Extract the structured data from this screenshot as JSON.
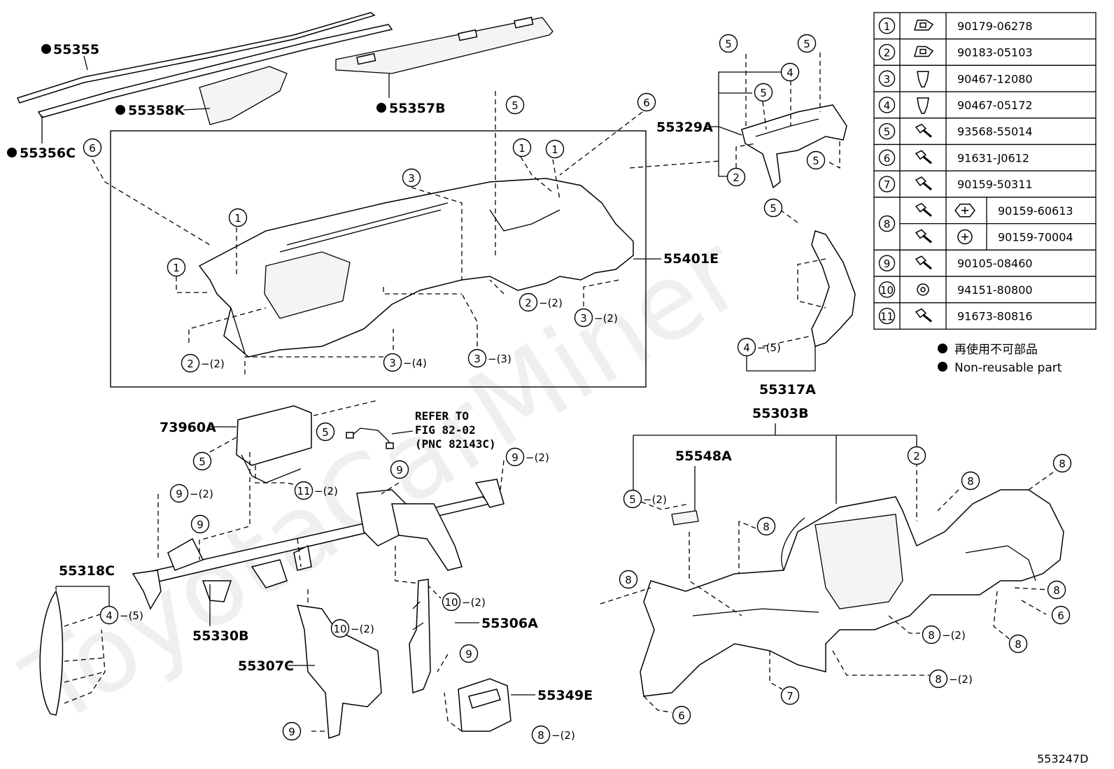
{
  "watermark": "ToyotaCarMiner",
  "diagram_id": "553247D",
  "refer_note": [
    "REFER TO",
    "FIG 82-02",
    "(PNC 82143C)"
  ],
  "legend": {
    "non_reusable_jp": "再使用不可部品",
    "non_reusable_en": "Non-reusable part"
  },
  "parts": {
    "p55355": "55355",
    "p55356C": "55356C",
    "p55358K": "55358K",
    "p55357B": "55357B",
    "p55329A": "55329A",
    "p55401E": "55401E",
    "p55317A": "55317A",
    "p73960A": "73960A",
    "p55303B": "55303B",
    "p55548A": "55548A",
    "p55318C": "55318C",
    "p55330B": "55330B",
    "p55306A": "55306A",
    "p55307C": "55307C",
    "p55349E": "55349E"
  },
  "fasteners": [
    {
      "num": "1",
      "parts": [
        "90179-06278"
      ]
    },
    {
      "num": "2",
      "parts": [
        "90183-05103"
      ]
    },
    {
      "num": "3",
      "parts": [
        "90467-12080"
      ]
    },
    {
      "num": "4",
      "parts": [
        "90467-05172"
      ]
    },
    {
      "num": "5",
      "parts": [
        "93568-55014"
      ]
    },
    {
      "num": "6",
      "parts": [
        "91631-J0612"
      ]
    },
    {
      "num": "7",
      "parts": [
        "90159-50311"
      ]
    },
    {
      "num": "8",
      "parts": [
        "90159-60613",
        "90159-70004"
      ]
    },
    {
      "num": "9",
      "parts": [
        "90105-08460"
      ]
    },
    {
      "num": "10",
      "parts": [
        "94151-80800"
      ]
    },
    {
      "num": "11",
      "parts": [
        "91673-80816"
      ]
    }
  ],
  "callouts": [
    {
      "num": "5",
      "qty": ""
    },
    {
      "num": "5",
      "qty": ""
    },
    {
      "num": "4",
      "qty": ""
    },
    {
      "num": "5",
      "qty": ""
    },
    {
      "num": "2",
      "qty": ""
    },
    {
      "num": "5",
      "qty": ""
    },
    {
      "num": "5",
      "qty": ""
    },
    {
      "num": "6",
      "qty": ""
    },
    {
      "num": "6",
      "qty": ""
    },
    {
      "num": "5",
      "qty": ""
    },
    {
      "num": "1",
      "qty": ""
    },
    {
      "num": "1",
      "qty": ""
    },
    {
      "num": "3",
      "qty": ""
    },
    {
      "num": "1",
      "qty": ""
    },
    {
      "num": "1",
      "qty": ""
    },
    {
      "num": "2",
      "qty": "−(2)"
    },
    {
      "num": "3",
      "qty": "−(2)"
    },
    {
      "num": "2",
      "qty": "−(2)"
    },
    {
      "num": "3",
      "qty": "−(4)"
    },
    {
      "num": "3",
      "qty": "−(3)"
    },
    {
      "num": "4",
      "qty": "−(5)"
    },
    {
      "num": "5",
      "qty": ""
    },
    {
      "num": "5",
      "qty": ""
    },
    {
      "num": "9",
      "qty": "−(2)"
    },
    {
      "num": "9",
      "qty": ""
    },
    {
      "num": "11",
      "qty": "−(2)"
    },
    {
      "num": "9",
      "qty": "−(2)"
    },
    {
      "num": "9",
      "qty": ""
    },
    {
      "num": "4",
      "qty": "−(5)"
    },
    {
      "num": "10",
      "qty": "−(2)"
    },
    {
      "num": "10",
      "qty": "−(2)"
    },
    {
      "num": "9",
      "qty": ""
    },
    {
      "num": "9",
      "qty": ""
    },
    {
      "num": "8",
      "qty": "−(2)"
    },
    {
      "num": "2",
      "qty": ""
    },
    {
      "num": "5",
      "qty": "−(2)"
    },
    {
      "num": "8",
      "qty": ""
    },
    {
      "num": "8",
      "qty": ""
    },
    {
      "num": "8",
      "qty": ""
    },
    {
      "num": "8",
      "qty": ""
    },
    {
      "num": "8",
      "qty": ""
    },
    {
      "num": "6",
      "qty": ""
    },
    {
      "num": "8",
      "qty": "−(2)"
    },
    {
      "num": "8",
      "qty": "−(2)"
    },
    {
      "num": "8",
      "qty": ""
    },
    {
      "num": "7",
      "qty": ""
    },
    {
      "num": "6",
      "qty": ""
    }
  ]
}
